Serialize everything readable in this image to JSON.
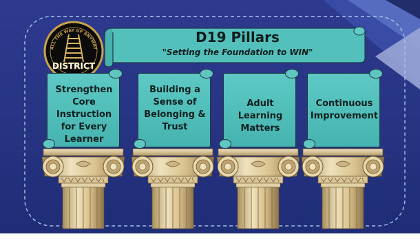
{
  "slide": {
    "title": "D19 Pillars",
    "subtitle": "\"Setting the Foundation to WIN\"",
    "logo": {
      "arc_text": "ALL THE WAY UP ANYWAY",
      "wordmark": "DISTRICT",
      "icon": "railroad-track-icon"
    },
    "pillars": [
      {
        "lines": [
          "Strengthen",
          "Core Instruction",
          "for Every",
          "Learner"
        ]
      },
      {
        "lines": [
          "Building a",
          "Sense of",
          "Belonging &",
          "Trust"
        ]
      },
      {
        "lines": [
          "Adult Learning",
          "Matters"
        ]
      },
      {
        "lines": [
          "Continuous",
          "Improvement"
        ]
      }
    ]
  },
  "colors": {
    "background": "#2a3689",
    "scroll": "#52bdb9",
    "column_stone": "#d9c9a3",
    "frame_dash": "#a9c4e6"
  }
}
